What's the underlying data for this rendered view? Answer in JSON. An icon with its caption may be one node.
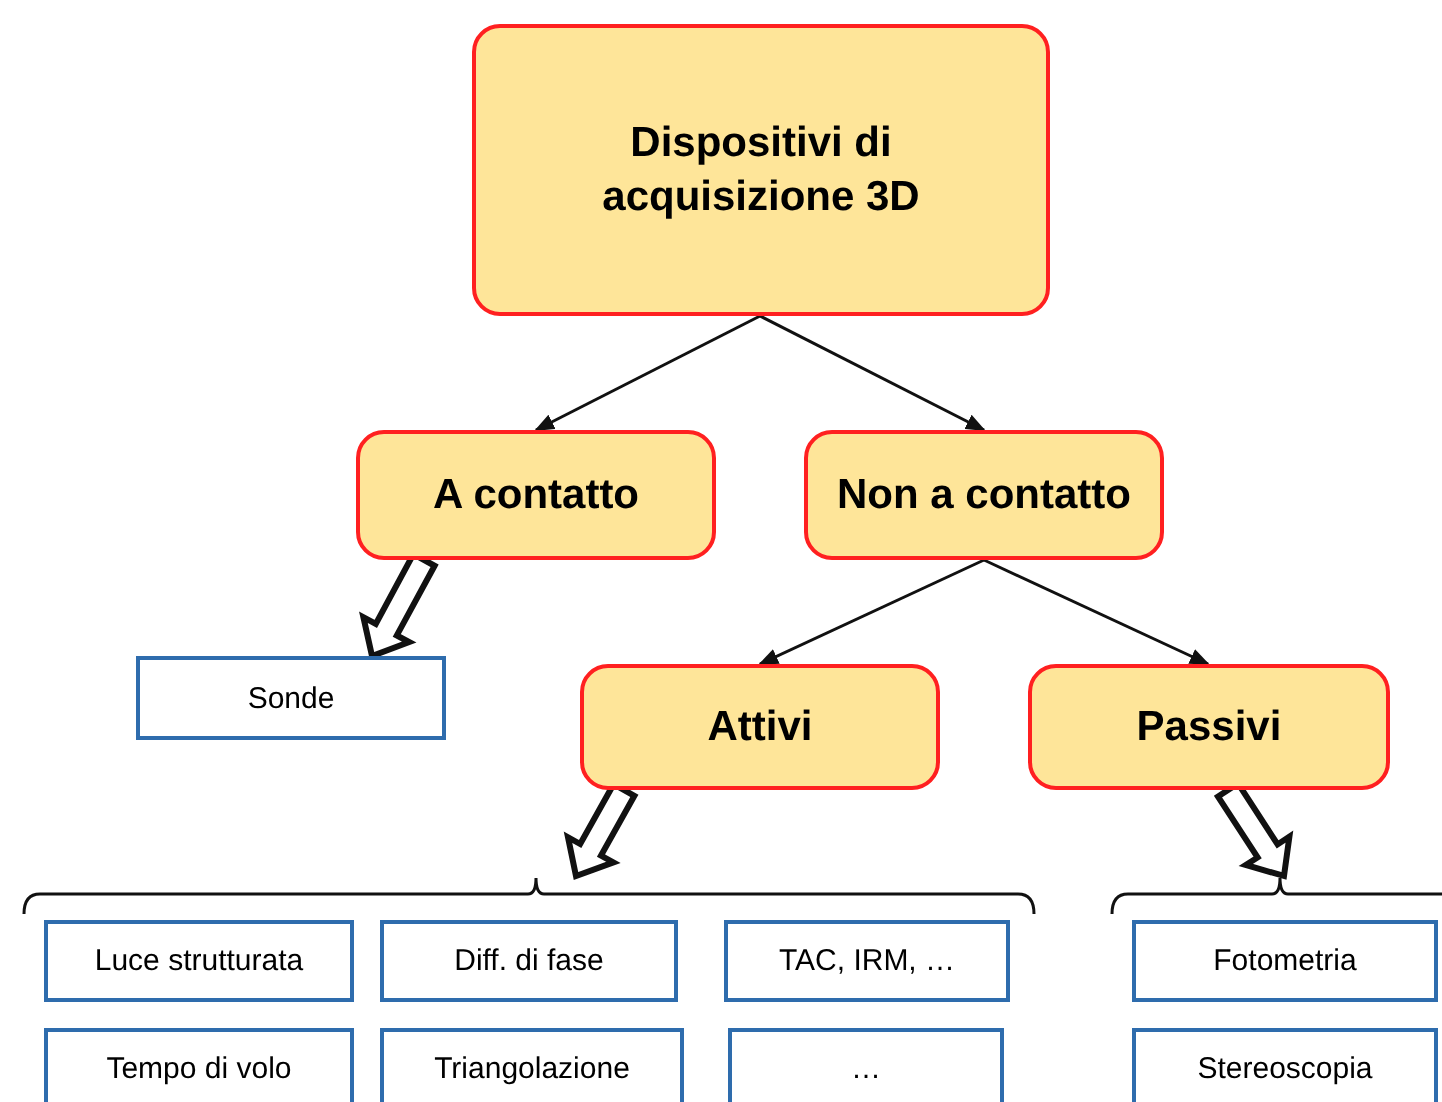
{
  "diagram": {
    "nodes": [
      {
        "text": [
          "Dispositivi di acquisizione 3D"
        ]
      },
      {
        "text": [
          "A contatto"
        ]
      },
      {
        "text": [
          "Non a contatto"
        ]
      },
      {
        "text": [
          "Sonde"
        ]
      },
      {
        "text": [
          "Attivi"
        ]
      },
      {
        "text": [
          "Passivi"
        ]
      },
      {
        "text": [
          "Luce strutturata"
        ]
      },
      {
        "text": [
          "Diff. di fase"
        ]
      },
      {
        "text": [
          "TAC, IRM, …"
        ]
      },
      {
        "text": [
          "Fotometria"
        ]
      },
      {
        "text": [
          "Tempo di volo"
        ]
      },
      {
        "text": [
          "Triangolazione"
        ]
      },
      {
        "text": [
          "…"
        ]
      },
      {
        "text": [
          "Stereoscopia"
        ]
      }
    ],
    "edges": [
      {
        "from": 0,
        "to": 1,
        "arrow": "to"
      },
      {
        "from": 0,
        "to": 2,
        "arrow": "to"
      },
      {
        "from": 2,
        "to": 4,
        "arrow": "to"
      },
      {
        "from": 2,
        "to": 5,
        "arrow": "to"
      },
      {
        "from": 1,
        "to": 3,
        "arrow": "to",
        "style": "thick"
      },
      {
        "from": 4,
        "to": null,
        "arrow": "to",
        "style": "thick"
      },
      {
        "from": 5,
        "to": null,
        "arrow": "to",
        "style": "thick"
      }
    ]
  }
}
